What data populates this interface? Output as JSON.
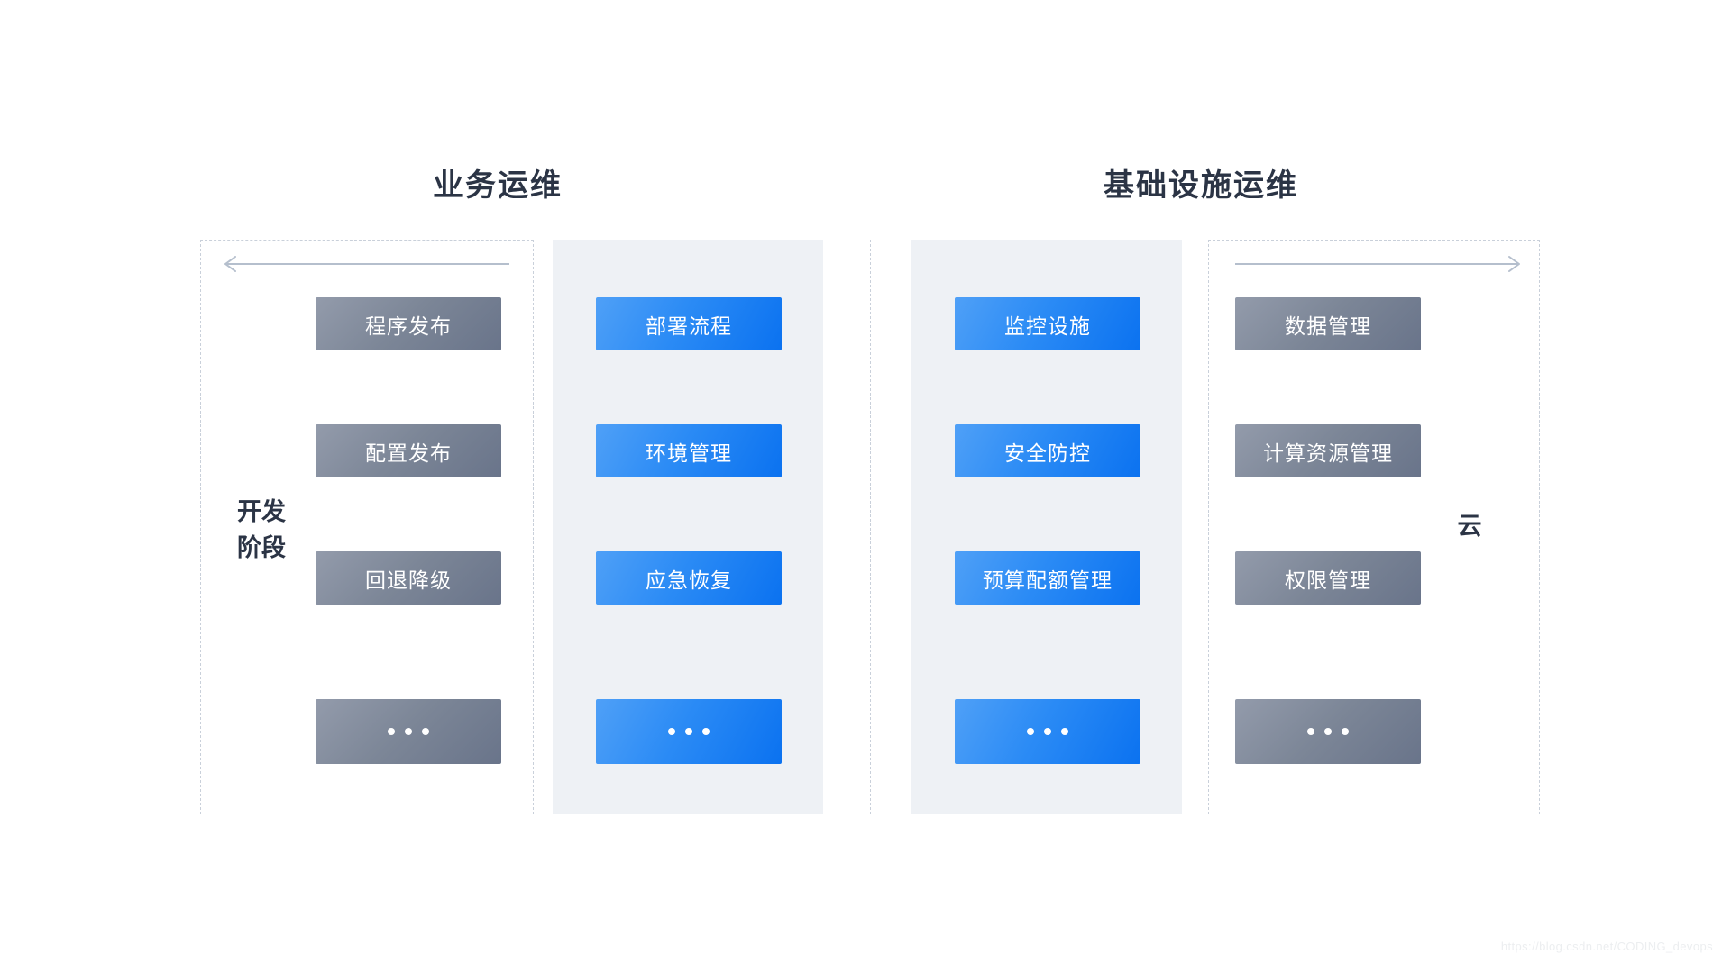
{
  "titles": {
    "left": "业务运维",
    "right": "基础设施运维"
  },
  "side_labels": {
    "dev_phase": "开发\n阶段",
    "cloud": "云"
  },
  "arrows": {
    "left_direction": "left",
    "right_direction": "right",
    "color": "#b5bfcd"
  },
  "colors": {
    "gray_box_from": "#939bab",
    "gray_box_to": "#69748a",
    "blue_box_from": "#4fa0f7",
    "blue_box_to": "#0b72f0",
    "shaded_column": "#eef1f5",
    "dashed_border": "#c9d0da",
    "title_text": "#2b3445",
    "box_text": "#ffffff",
    "page_background": "#ffffff"
  },
  "columns": [
    {
      "id": "col-1",
      "style": "gray",
      "shaded": false,
      "items": [
        {
          "label": "程序发布"
        },
        {
          "label": "配置发布"
        },
        {
          "label": "回退降级"
        },
        {
          "label": "…",
          "type": "ellipsis"
        }
      ]
    },
    {
      "id": "col-2",
      "style": "blue",
      "shaded": true,
      "items": [
        {
          "label": "部署流程"
        },
        {
          "label": "环境管理"
        },
        {
          "label": "应急恢复"
        },
        {
          "label": "…",
          "type": "ellipsis"
        }
      ]
    },
    {
      "id": "col-3",
      "style": "blue",
      "shaded": true,
      "items": [
        {
          "label": "监控设施"
        },
        {
          "label": "安全防控"
        },
        {
          "label": "预算配额管理"
        },
        {
          "label": "…",
          "type": "ellipsis"
        }
      ]
    },
    {
      "id": "col-4",
      "style": "gray",
      "shaded": false,
      "items": [
        {
          "label": "数据管理"
        },
        {
          "label": "计算资源管理"
        },
        {
          "label": "权限管理"
        },
        {
          "label": "…",
          "type": "ellipsis"
        }
      ]
    }
  ],
  "watermark": "https://blog.csdn.net/CODING_devops"
}
